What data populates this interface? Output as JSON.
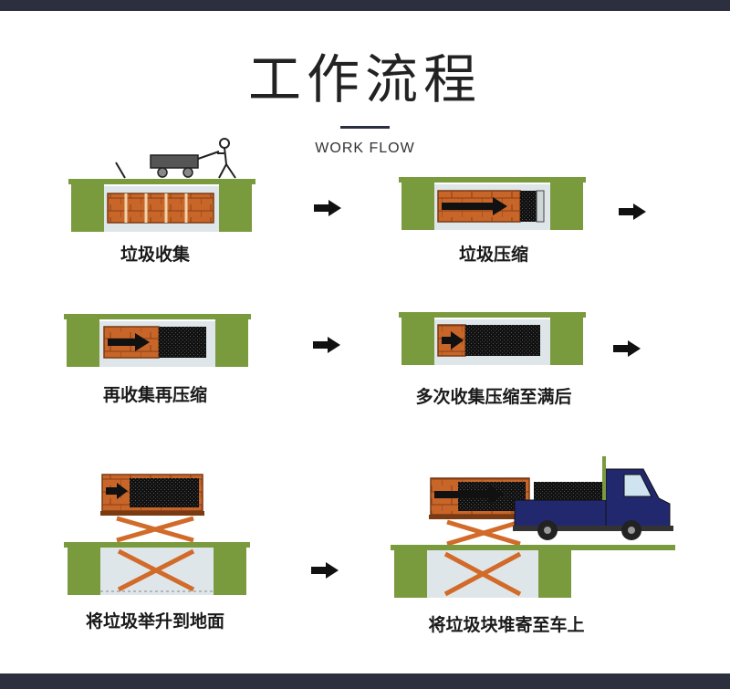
{
  "header": {
    "title": "工作流程",
    "subtitle": "WORK FLOW"
  },
  "steps": [
    {
      "label": "垃圾收集"
    },
    {
      "label": "垃圾压缩"
    },
    {
      "label": "再收集再压缩"
    },
    {
      "label": "多次收集压缩至满后"
    },
    {
      "label": "将垃圾举升到地面"
    },
    {
      "label": "将垃圾块堆寄至车上"
    }
  ],
  "colors": {
    "brand_dark": "#2c2f3e",
    "pit_green": "#7a9a3e",
    "wood_orange": "#c8662a",
    "trash_black": "#111111",
    "truck_blue": "#22286e"
  }
}
